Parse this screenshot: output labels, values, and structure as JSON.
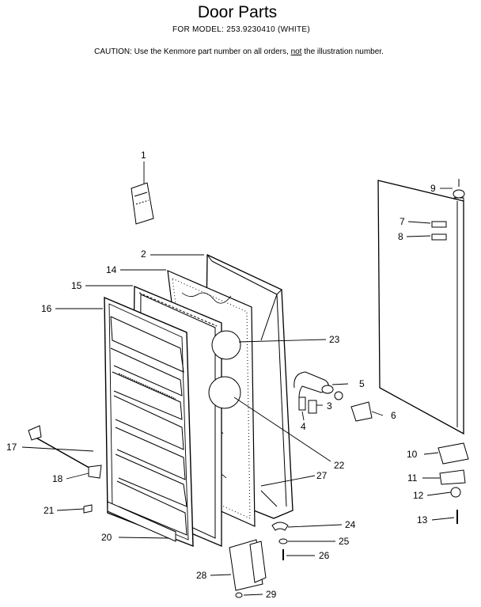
{
  "header": {
    "title": "Door Parts",
    "model_line": "FOR MODEL:  253.9230410  (WHITE)",
    "caution_before": "CAUTION:  Use the Kenmore part number on all orders, ",
    "caution_underlined": "not",
    "caution_after": " the illustration number."
  },
  "callouts": [
    "1",
    "2",
    "3",
    "4",
    "5",
    "6",
    "7",
    "8",
    "9",
    "10",
    "11",
    "12",
    "13",
    "14",
    "15",
    "16",
    "17",
    "18",
    "20",
    "21",
    "22",
    "23",
    "24",
    "25",
    "26",
    "27",
    "28",
    "29"
  ]
}
